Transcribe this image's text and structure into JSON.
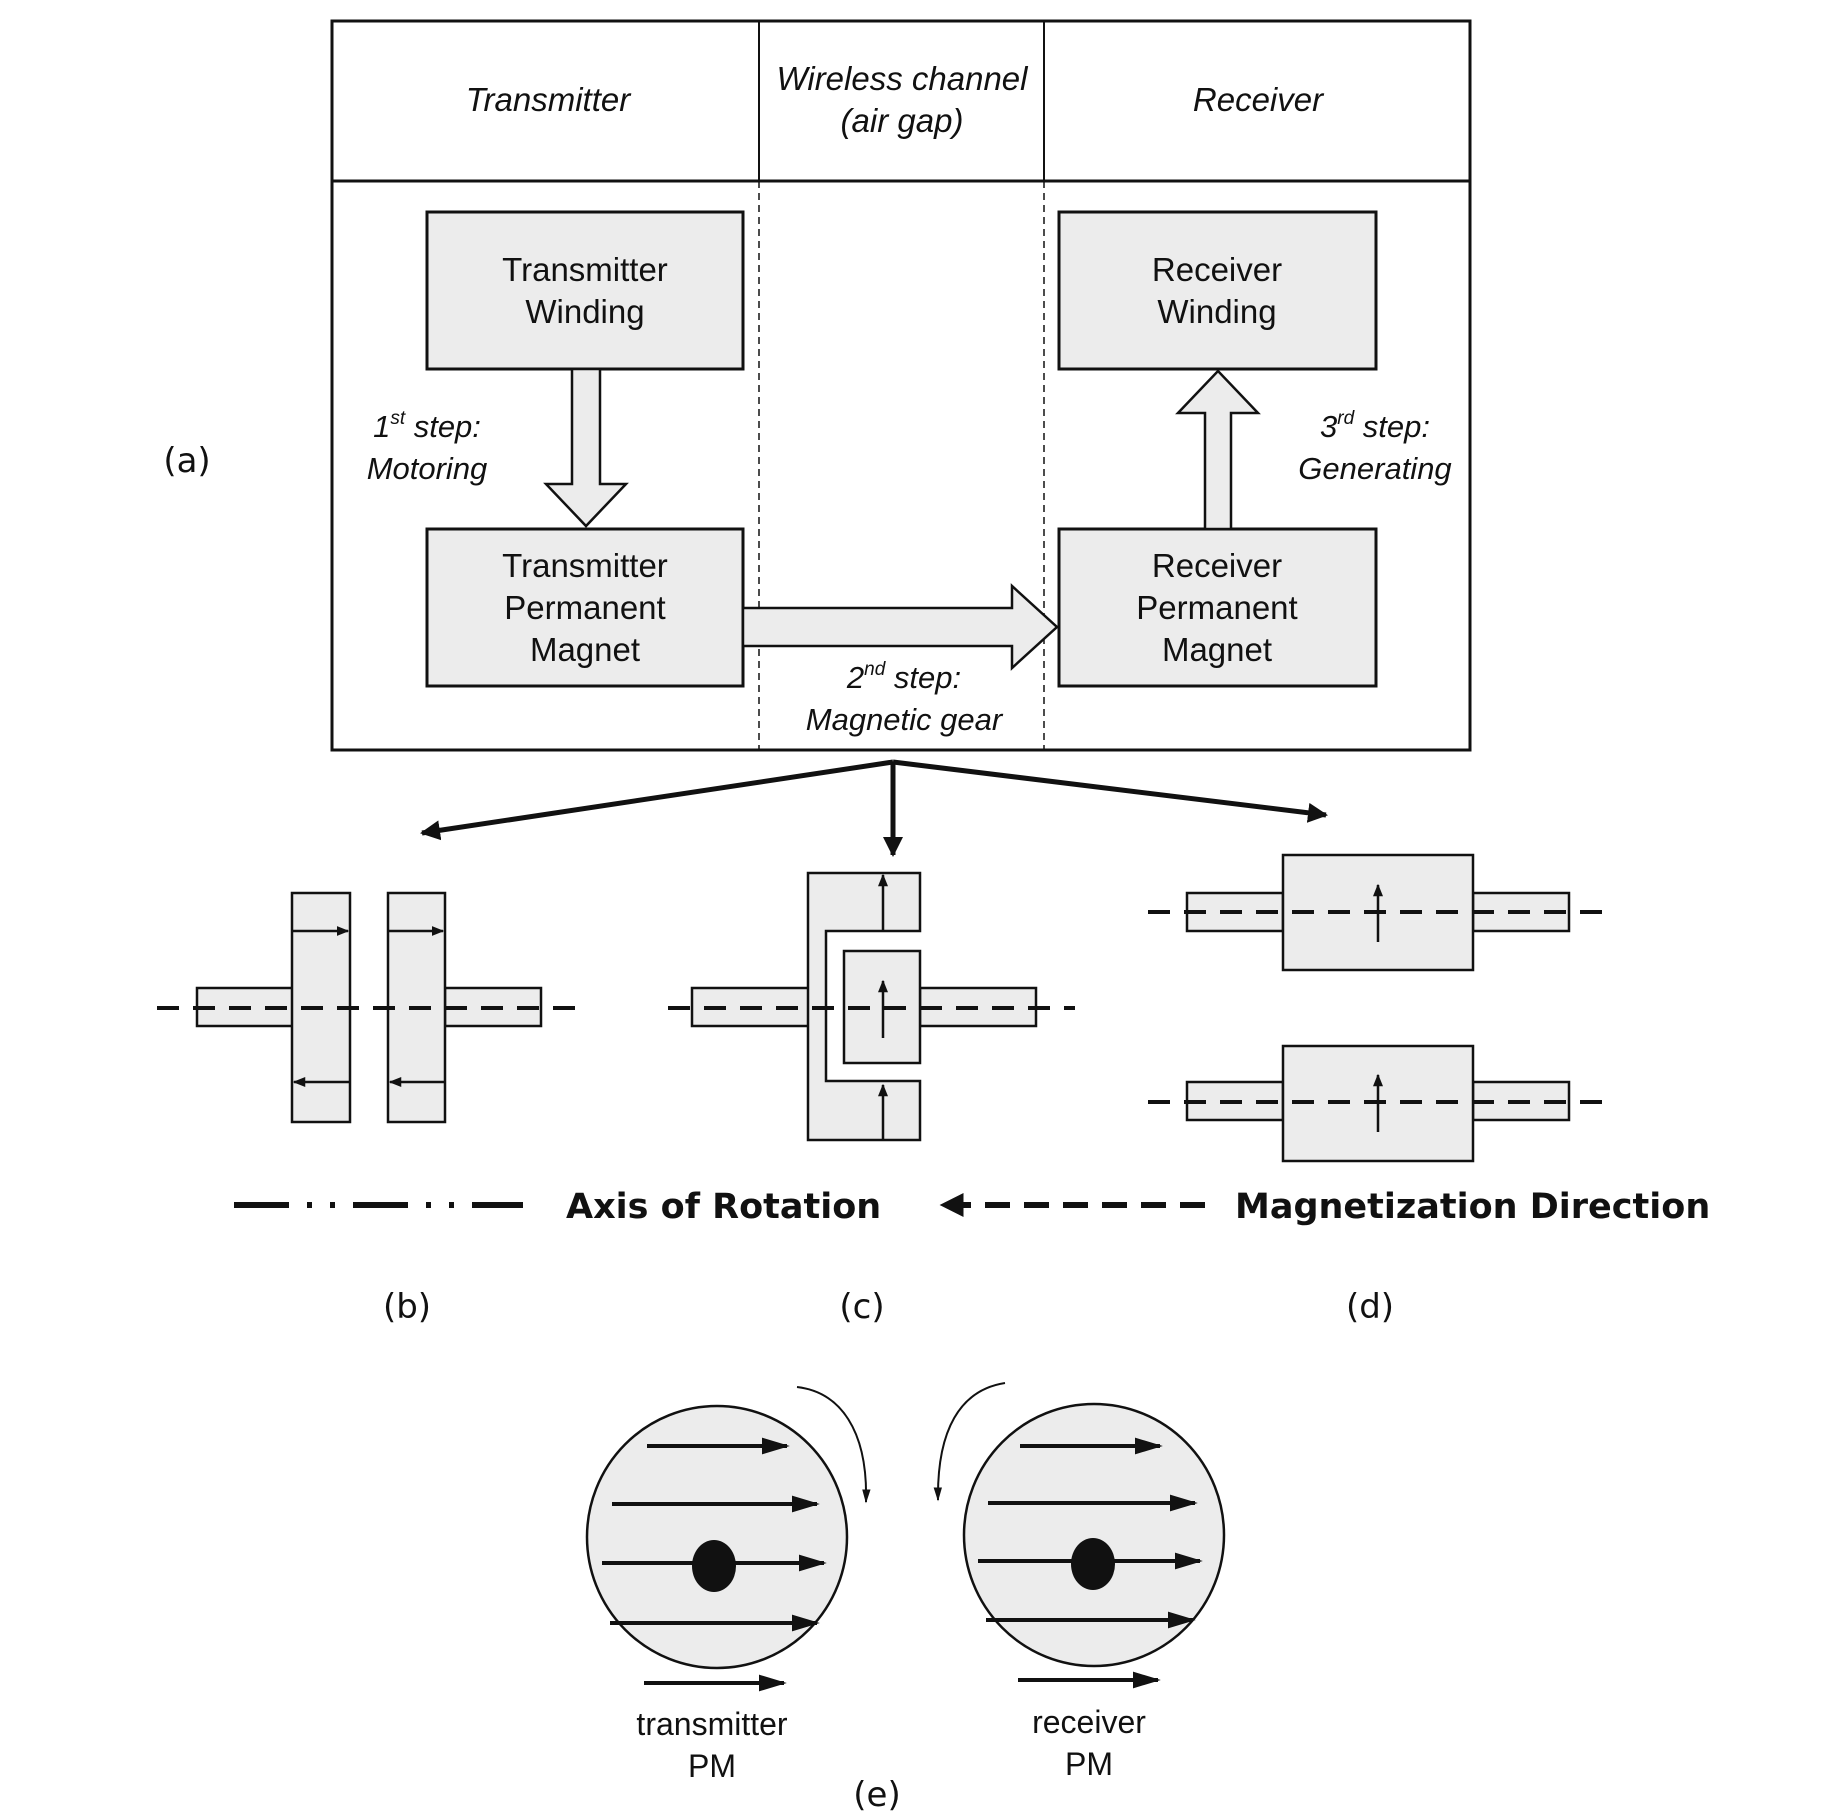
{
  "panel_a": {
    "label": "(a)",
    "columns": {
      "transmitter": "Transmitter",
      "channel_line1": "Wireless channel",
      "channel_line2": "(air gap)",
      "receiver": "Receiver"
    },
    "blocks": {
      "tx_winding": [
        "Transmitter",
        "Winding"
      ],
      "tx_magnet": [
        "Transmitter",
        "Permanent",
        "Magnet"
      ],
      "rx_winding": [
        "Receiver",
        "Winding"
      ],
      "rx_magnet": [
        "Receiver",
        "Permanent",
        "Magnet"
      ]
    },
    "steps": {
      "step1_num": "1",
      "step1_sup": "st",
      "step1_word": " step:",
      "step1_name": "Motoring",
      "step2_num": "2",
      "step2_sup": "nd",
      "step2_word": " step:",
      "step2_name": "Magnetic gear",
      "step3_num": "3",
      "step3_sup": "rd",
      "step3_word": " step:",
      "step3_name": "Generating"
    }
  },
  "legend": {
    "axis": "Axis of Rotation",
    "magnetization": "Magnetization Direction"
  },
  "panel_labels": {
    "b": "(b)",
    "c": "(c)",
    "d": "(d)",
    "e": "(e)"
  },
  "panel_e": {
    "transmitter_line1": "transmitter",
    "transmitter_line2": "PM",
    "receiver_line1": "receiver",
    "receiver_line2": "PM"
  },
  "colors": {
    "fill": "#ececec",
    "stroke": "#111111"
  }
}
